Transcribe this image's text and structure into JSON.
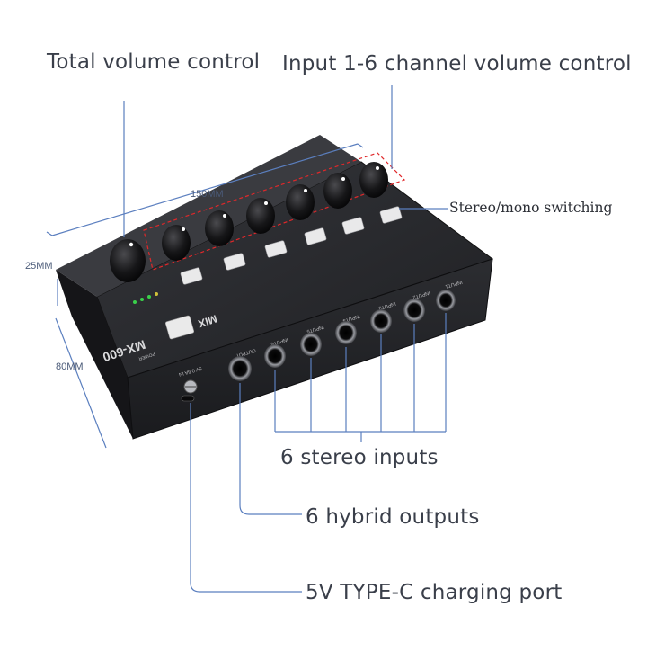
{
  "labels": {
    "total_volume": "Total volume control",
    "input_volume": "Input 1-6 channel volume control",
    "stereo_mono": "Stereo/mono switching",
    "stereo_inputs": "6 stereo inputs",
    "hybrid_outputs": "6 hybrid outputs",
    "charging_port": "5V TYPE-C charging port"
  },
  "dimensions": {
    "width": "150MM",
    "height": "25MM",
    "depth": "80MM"
  },
  "device": {
    "model": "MX-600",
    "brand": "MIX",
    "power_label": "POWER",
    "power_input_label": "5V 0.5A IN",
    "output_label": "OUTPUT",
    "input_labels": [
      "INPUT6",
      "INPUT5",
      "INPUT4",
      "INPUT3",
      "INPUT2",
      "INPUT1"
    ]
  },
  "colors": {
    "device_body": "#2a2b2f",
    "annotation_line": "#5b7fbf",
    "highlight": "#e0282a"
  }
}
